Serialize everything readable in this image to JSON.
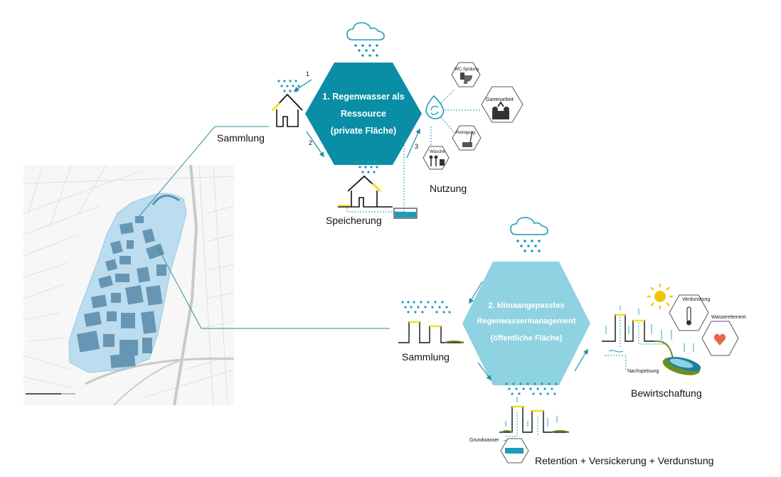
{
  "colors": {
    "hex1": "#0a8ea6",
    "hex2": "#8fd2e2",
    "rain": "#1f9ab8",
    "map_fill": "#bcdcef",
    "block": "#5d8fad",
    "accent_yellow": "#f2e21a",
    "connector": "#2e8fa0"
  },
  "hex1": {
    "line1": "1. Regenwasser als",
    "line2": "Ressource",
    "line3": "(private Fläche)"
  },
  "hex2": {
    "line1": "2. klimaangepasstes",
    "line2": "Regenwassermanagement",
    "line3": "(öffentliche Fläche)"
  },
  "section1": {
    "sammlung": "Sammlung",
    "speicherung": "Speicherung",
    "nutzung": "Nutzung",
    "step1": "1",
    "step2": "2",
    "step3": "3"
  },
  "nutzung_items": {
    "wc": "WC-Spülung",
    "garten": "Gartenarbeit",
    "reinigung": "Reinigung",
    "waesche": "Wäsche"
  },
  "section2": {
    "sammlung": "Sammlung",
    "bewirtschaftung": "Bewirtschaftung",
    "retention": "Retention + Versickerung + Verdunstung",
    "grundwasser": "Grundwasser",
    "nachspeisung": "Nachspeisung",
    "verdunstung": "Verdunstung",
    "wasserelement": "Wasserelement"
  },
  "icons": [
    "cloud-icon",
    "house-icon",
    "recycle-drop-icon",
    "toilet-icon",
    "gardening-icon",
    "cleaning-icon",
    "laundry-icon",
    "sun-icon",
    "thermometer-icon",
    "heart-icon",
    "water-tank-icon"
  ]
}
